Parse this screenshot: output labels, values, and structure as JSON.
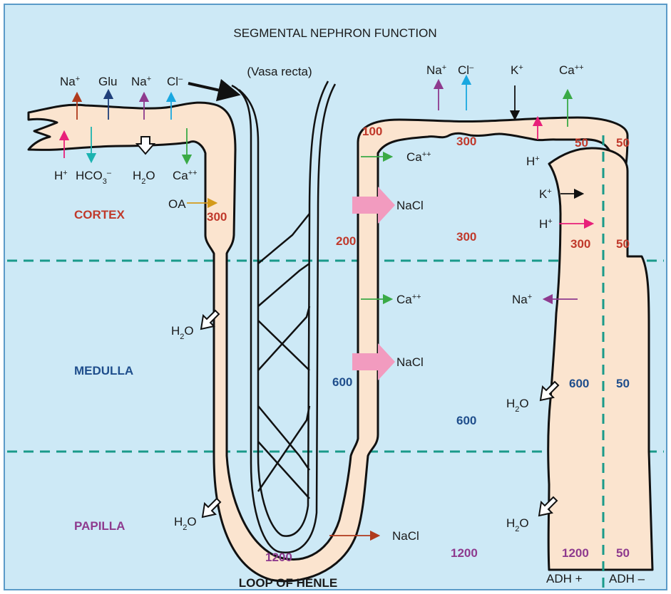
{
  "title": "SEGMENTAL NEPHRON FUNCTION",
  "caption": "LOOP OF HENLE",
  "colors": {
    "background": "#cde9f6",
    "tubule": "#fbe4cf",
    "cortex": "#c0392b",
    "medulla": "#1f4e8c",
    "papilla": "#8e3a8e",
    "divider": "#1a9a8a",
    "arrow_pink": "#f29bbf"
  },
  "regions": {
    "cortex": "CORTEX",
    "medulla": "MEDULLA",
    "papilla": "PAPILLA"
  },
  "vessel_label": "(Vasa recta)",
  "proximal": {
    "top_sub": {
      "na1": "Na",
      "glu": "Glu",
      "na2": "Na",
      "cl": "Cl"
    },
    "bottom_sub": {
      "h": "H",
      "hco3": "HCO",
      "h2o": "H",
      "ca": "Ca"
    },
    "oa": "OA"
  },
  "distal": {
    "na": "Na",
    "cl": "Cl",
    "k": "K",
    "ca": "Ca",
    "h": "H"
  },
  "ascending": {
    "ca1": "Ca",
    "nacl1": "NaCl",
    "ca2": "Ca",
    "nacl2": "NaCl"
  },
  "collecting": {
    "k": "K",
    "h": "H",
    "na": "Na"
  },
  "water": "H",
  "papilla_nacl": "NaCl",
  "superscripts": {
    "plus": "+",
    "minus": "–",
    "plusplus": "++",
    "h2o_sub": "2",
    "hco3_sub": "3"
  },
  "osmolality": {
    "prox_300": "300",
    "loop_1200": "1200",
    "asc_200": "200",
    "asc_600": "600",
    "asc_100": "100",
    "distal_300": "300",
    "cortex_interstitium": "300",
    "medulla_interstitium": "600",
    "papilla_interstitium": "1200",
    "cd_top_adh_plus": "50",
    "cd_top_adh_minus": "50",
    "cd_cortex_adh_plus": "300",
    "cd_cortex_adh_minus": "50",
    "cd_medulla_adh_plus": "600",
    "cd_medulla_adh_minus": "50",
    "cd_papilla_adh_plus": "1200",
    "cd_papilla_adh_minus": "50"
  },
  "adh": {
    "plus": "ADH +",
    "minus": "ADH –"
  }
}
